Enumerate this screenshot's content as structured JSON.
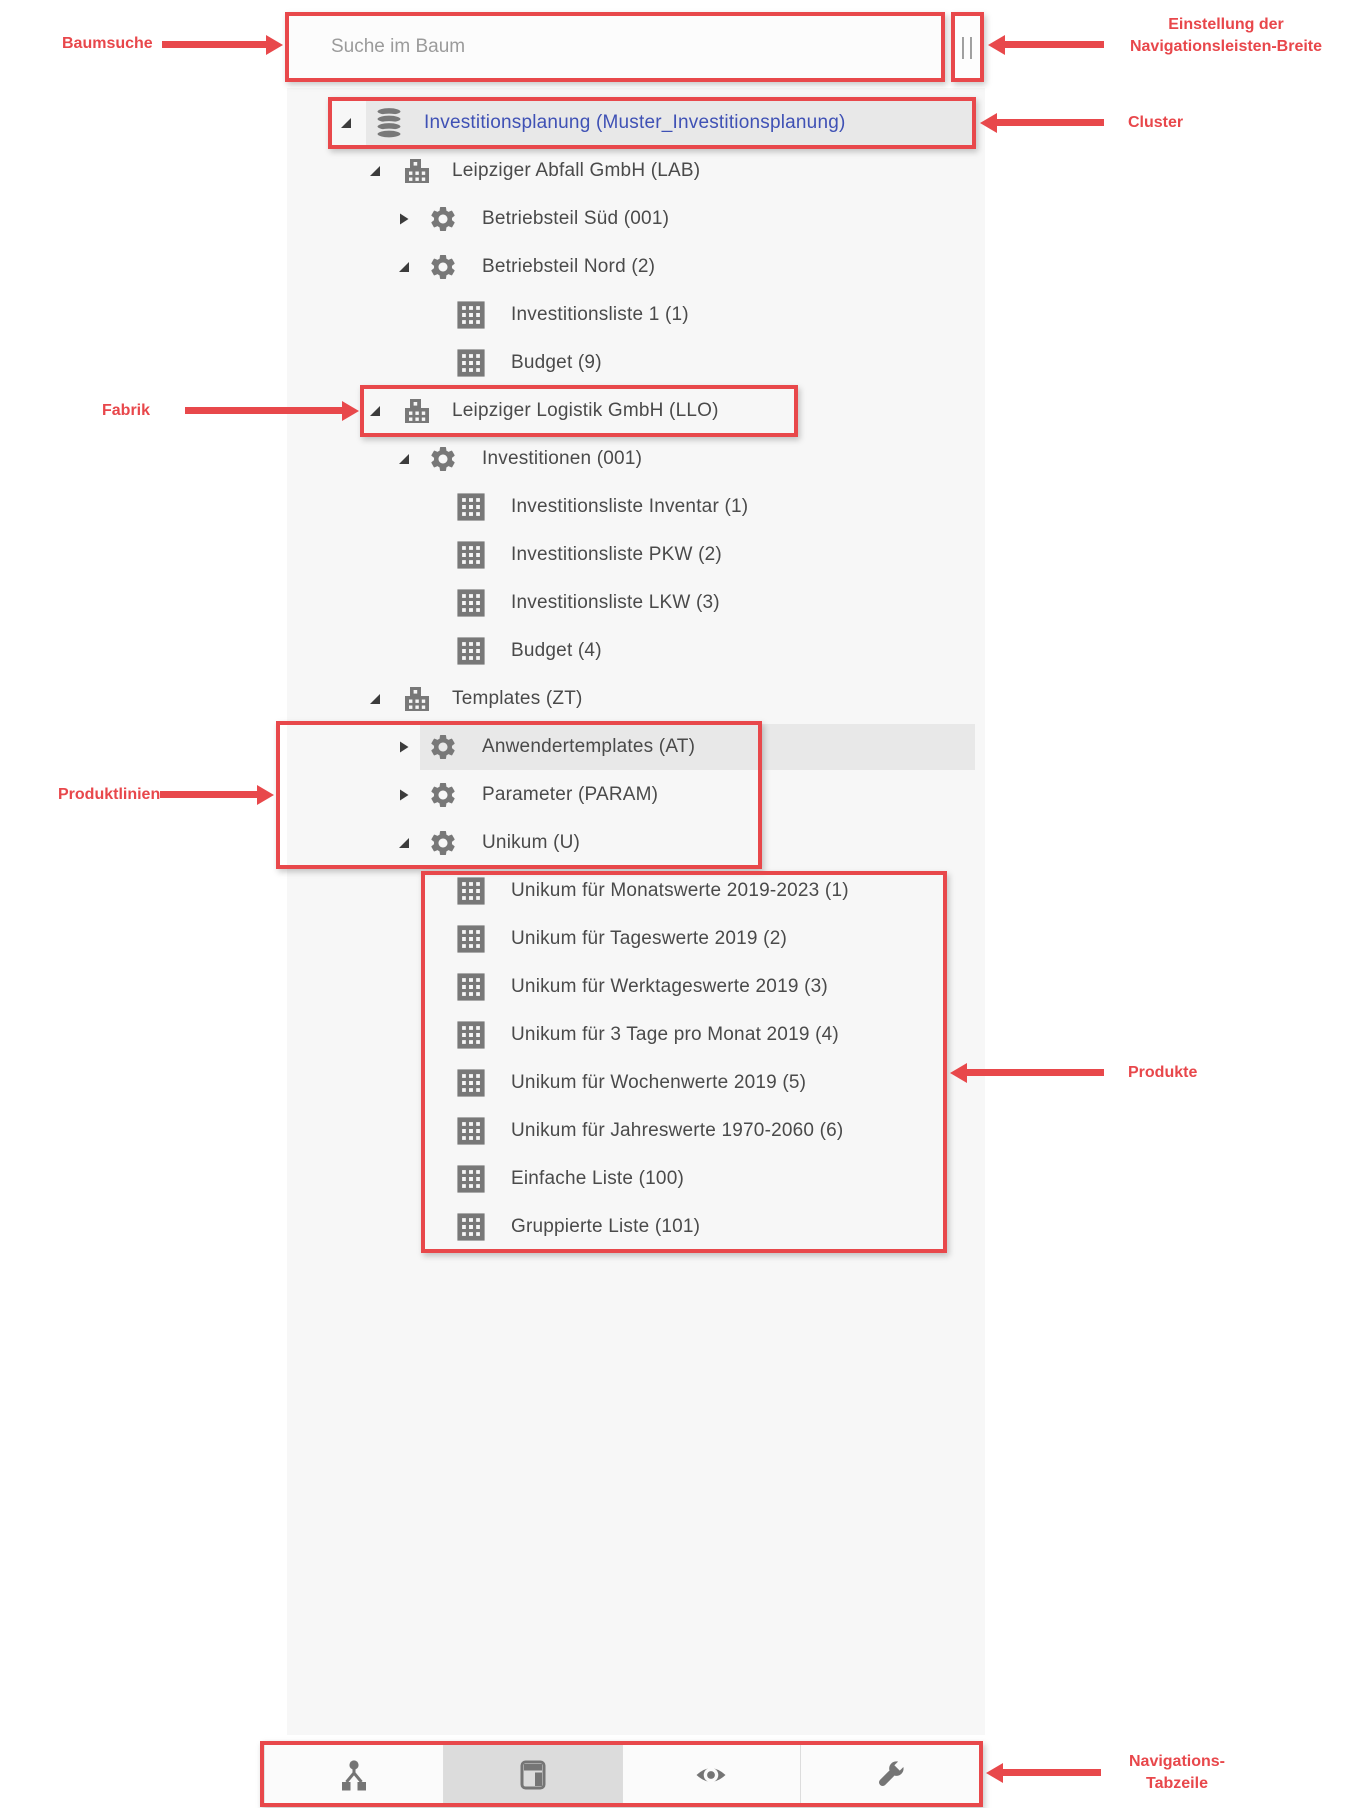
{
  "colors": {
    "annotation_red": "#e8484b",
    "panel_bg": "#f7f7f7",
    "highlight_bg": "#e8e8e8",
    "tree_text": "#4a4a4a",
    "cluster_text": "#3f51b5",
    "icon_gray": "#787878",
    "tab_selected_bg": "#dcdcdc"
  },
  "search": {
    "placeholder": "Suche im Baum",
    "resize_handle_glyph": "||"
  },
  "annotations": {
    "baumsuche": {
      "label": "Baumsuche"
    },
    "nav_width": {
      "label_line1": "Einstellung der",
      "label_line2": "Navigationsleisten-Breite"
    },
    "cluster": {
      "label": "Cluster"
    },
    "fabrik": {
      "label": "Fabrik"
    },
    "produktlinien": {
      "label": "Produktlinien"
    },
    "produkte": {
      "label": "Produkte"
    },
    "tabzeile": {
      "label_line1": "Navigations-",
      "label_line2": "Tabzeile"
    }
  },
  "tree": {
    "items": [
      {
        "label": "Investitionsplanung (Muster_Investitionsplanung)",
        "type": "cluster",
        "icon": "database-icon",
        "level": 0,
        "expander": "expanded",
        "highlighted": true,
        "accent": true
      },
      {
        "label": "Leipziger Abfall GmbH (LAB)",
        "type": "factory",
        "icon": "building-icon",
        "level": 1,
        "expander": "expanded",
        "highlighted": false,
        "accent": false
      },
      {
        "label": "Betriebsteil Süd (001)",
        "type": "productline",
        "icon": "gear-icon",
        "level": 2,
        "expander": "collapsed",
        "highlighted": false,
        "accent": false
      },
      {
        "label": "Betriebsteil Nord (2)",
        "type": "productline",
        "icon": "gear-icon",
        "level": 2,
        "expander": "expanded",
        "highlighted": false,
        "accent": false
      },
      {
        "label": "Investitionsliste 1 (1)",
        "type": "product",
        "icon": "grid-icon",
        "level": 3,
        "expander": "none",
        "highlighted": false,
        "accent": false
      },
      {
        "label": "Budget (9)",
        "type": "product",
        "icon": "grid-icon",
        "level": 3,
        "expander": "none",
        "highlighted": false,
        "accent": false
      },
      {
        "label": "Leipziger Logistik GmbH (LLO)",
        "type": "factory",
        "icon": "building-icon",
        "level": 1,
        "expander": "expanded",
        "highlighted": false,
        "accent": false
      },
      {
        "label": "Investitionen (001)",
        "type": "productline",
        "icon": "gear-icon",
        "level": 2,
        "expander": "expanded",
        "highlighted": false,
        "accent": false
      },
      {
        "label": "Investitionsliste Inventar (1)",
        "type": "product",
        "icon": "grid-icon",
        "level": 3,
        "expander": "none",
        "highlighted": false,
        "accent": false
      },
      {
        "label": "Investitionsliste PKW (2)",
        "type": "product",
        "icon": "grid-icon",
        "level": 3,
        "expander": "none",
        "highlighted": false,
        "accent": false
      },
      {
        "label": "Investitionsliste LKW (3)",
        "type": "product",
        "icon": "grid-icon",
        "level": 3,
        "expander": "none",
        "highlighted": false,
        "accent": false
      },
      {
        "label": "Budget (4)",
        "type": "product",
        "icon": "grid-icon",
        "level": 3,
        "expander": "none",
        "highlighted": false,
        "accent": false
      },
      {
        "label": "Templates (ZT)",
        "type": "factory",
        "icon": "building-icon",
        "level": 1,
        "expander": "expanded",
        "highlighted": false,
        "accent": false
      },
      {
        "label": "Anwendertemplates (AT)",
        "type": "productline",
        "icon": "gear-icon",
        "level": 2,
        "expander": "collapsed",
        "highlighted": true,
        "accent": false
      },
      {
        "label": "Parameter (PARAM)",
        "type": "productline",
        "icon": "gear-icon",
        "level": 2,
        "expander": "collapsed",
        "highlighted": false,
        "accent": false
      },
      {
        "label": "Unikum (U)",
        "type": "productline",
        "icon": "gear-icon",
        "level": 2,
        "expander": "expanded",
        "highlighted": false,
        "accent": false
      },
      {
        "label": "Unikum für Monatswerte 2019-2023 (1)",
        "type": "product",
        "icon": "grid-icon",
        "level": 3,
        "expander": "none",
        "highlighted": false,
        "accent": false
      },
      {
        "label": "Unikum für Tageswerte 2019 (2)",
        "type": "product",
        "icon": "grid-icon",
        "level": 3,
        "expander": "none",
        "highlighted": false,
        "accent": false
      },
      {
        "label": "Unikum für Werktageswerte 2019 (3)",
        "type": "product",
        "icon": "grid-icon",
        "level": 3,
        "expander": "none",
        "highlighted": false,
        "accent": false
      },
      {
        "label": "Unikum für 3 Tage pro Monat 2019 (4)",
        "type": "product",
        "icon": "grid-icon",
        "level": 3,
        "expander": "none",
        "highlighted": false,
        "accent": false
      },
      {
        "label": "Unikum für Wochenwerte 2019 (5)",
        "type": "product",
        "icon": "grid-icon",
        "level": 3,
        "expander": "none",
        "highlighted": false,
        "accent": false
      },
      {
        "label": "Unikum für Jahreswerte 1970-2060 (6)",
        "type": "product",
        "icon": "grid-icon",
        "level": 3,
        "expander": "none",
        "highlighted": false,
        "accent": false
      },
      {
        "label": "Einfache Liste (100)",
        "type": "product",
        "icon": "grid-icon",
        "level": 3,
        "expander": "none",
        "highlighted": false,
        "accent": false
      },
      {
        "label": "Gruppierte Liste (101)",
        "type": "product",
        "icon": "grid-icon",
        "level": 3,
        "expander": "none",
        "highlighted": false,
        "accent": false
      }
    ]
  },
  "tabbar": {
    "tabs": [
      {
        "name": "sitemap",
        "icon": "sitemap-icon",
        "selected": false
      },
      {
        "name": "layout",
        "icon": "layout-icon",
        "selected": true
      },
      {
        "name": "eye",
        "icon": "eye-icon",
        "selected": false
      },
      {
        "name": "wrench",
        "icon": "wrench-icon",
        "selected": false
      }
    ]
  }
}
